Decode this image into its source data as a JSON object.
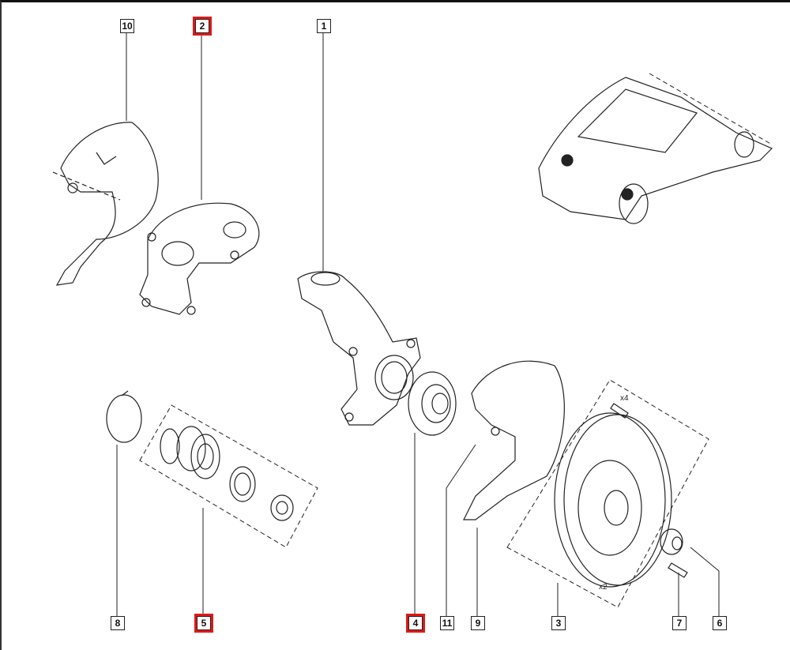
{
  "diagram": {
    "highlight_color": "#e01818",
    "callouts_top": [
      {
        "label": "10",
        "highlighted": false
      },
      {
        "label": "2",
        "highlighted": true
      },
      {
        "label": "1",
        "highlighted": false
      }
    ],
    "callouts_bottom": [
      {
        "label": "8",
        "highlighted": false
      },
      {
        "label": "5",
        "highlighted": true
      },
      {
        "label": "4",
        "highlighted": true
      },
      {
        "label": "11",
        "highlighted": false
      },
      {
        "label": "9",
        "highlighted": false
      },
      {
        "label": "3",
        "highlighted": false
      },
      {
        "label": "7",
        "highlighted": false
      },
      {
        "label": "6",
        "highlighted": false
      }
    ],
    "quantities": {
      "bolts": "x4",
      "discs": "x2"
    }
  }
}
